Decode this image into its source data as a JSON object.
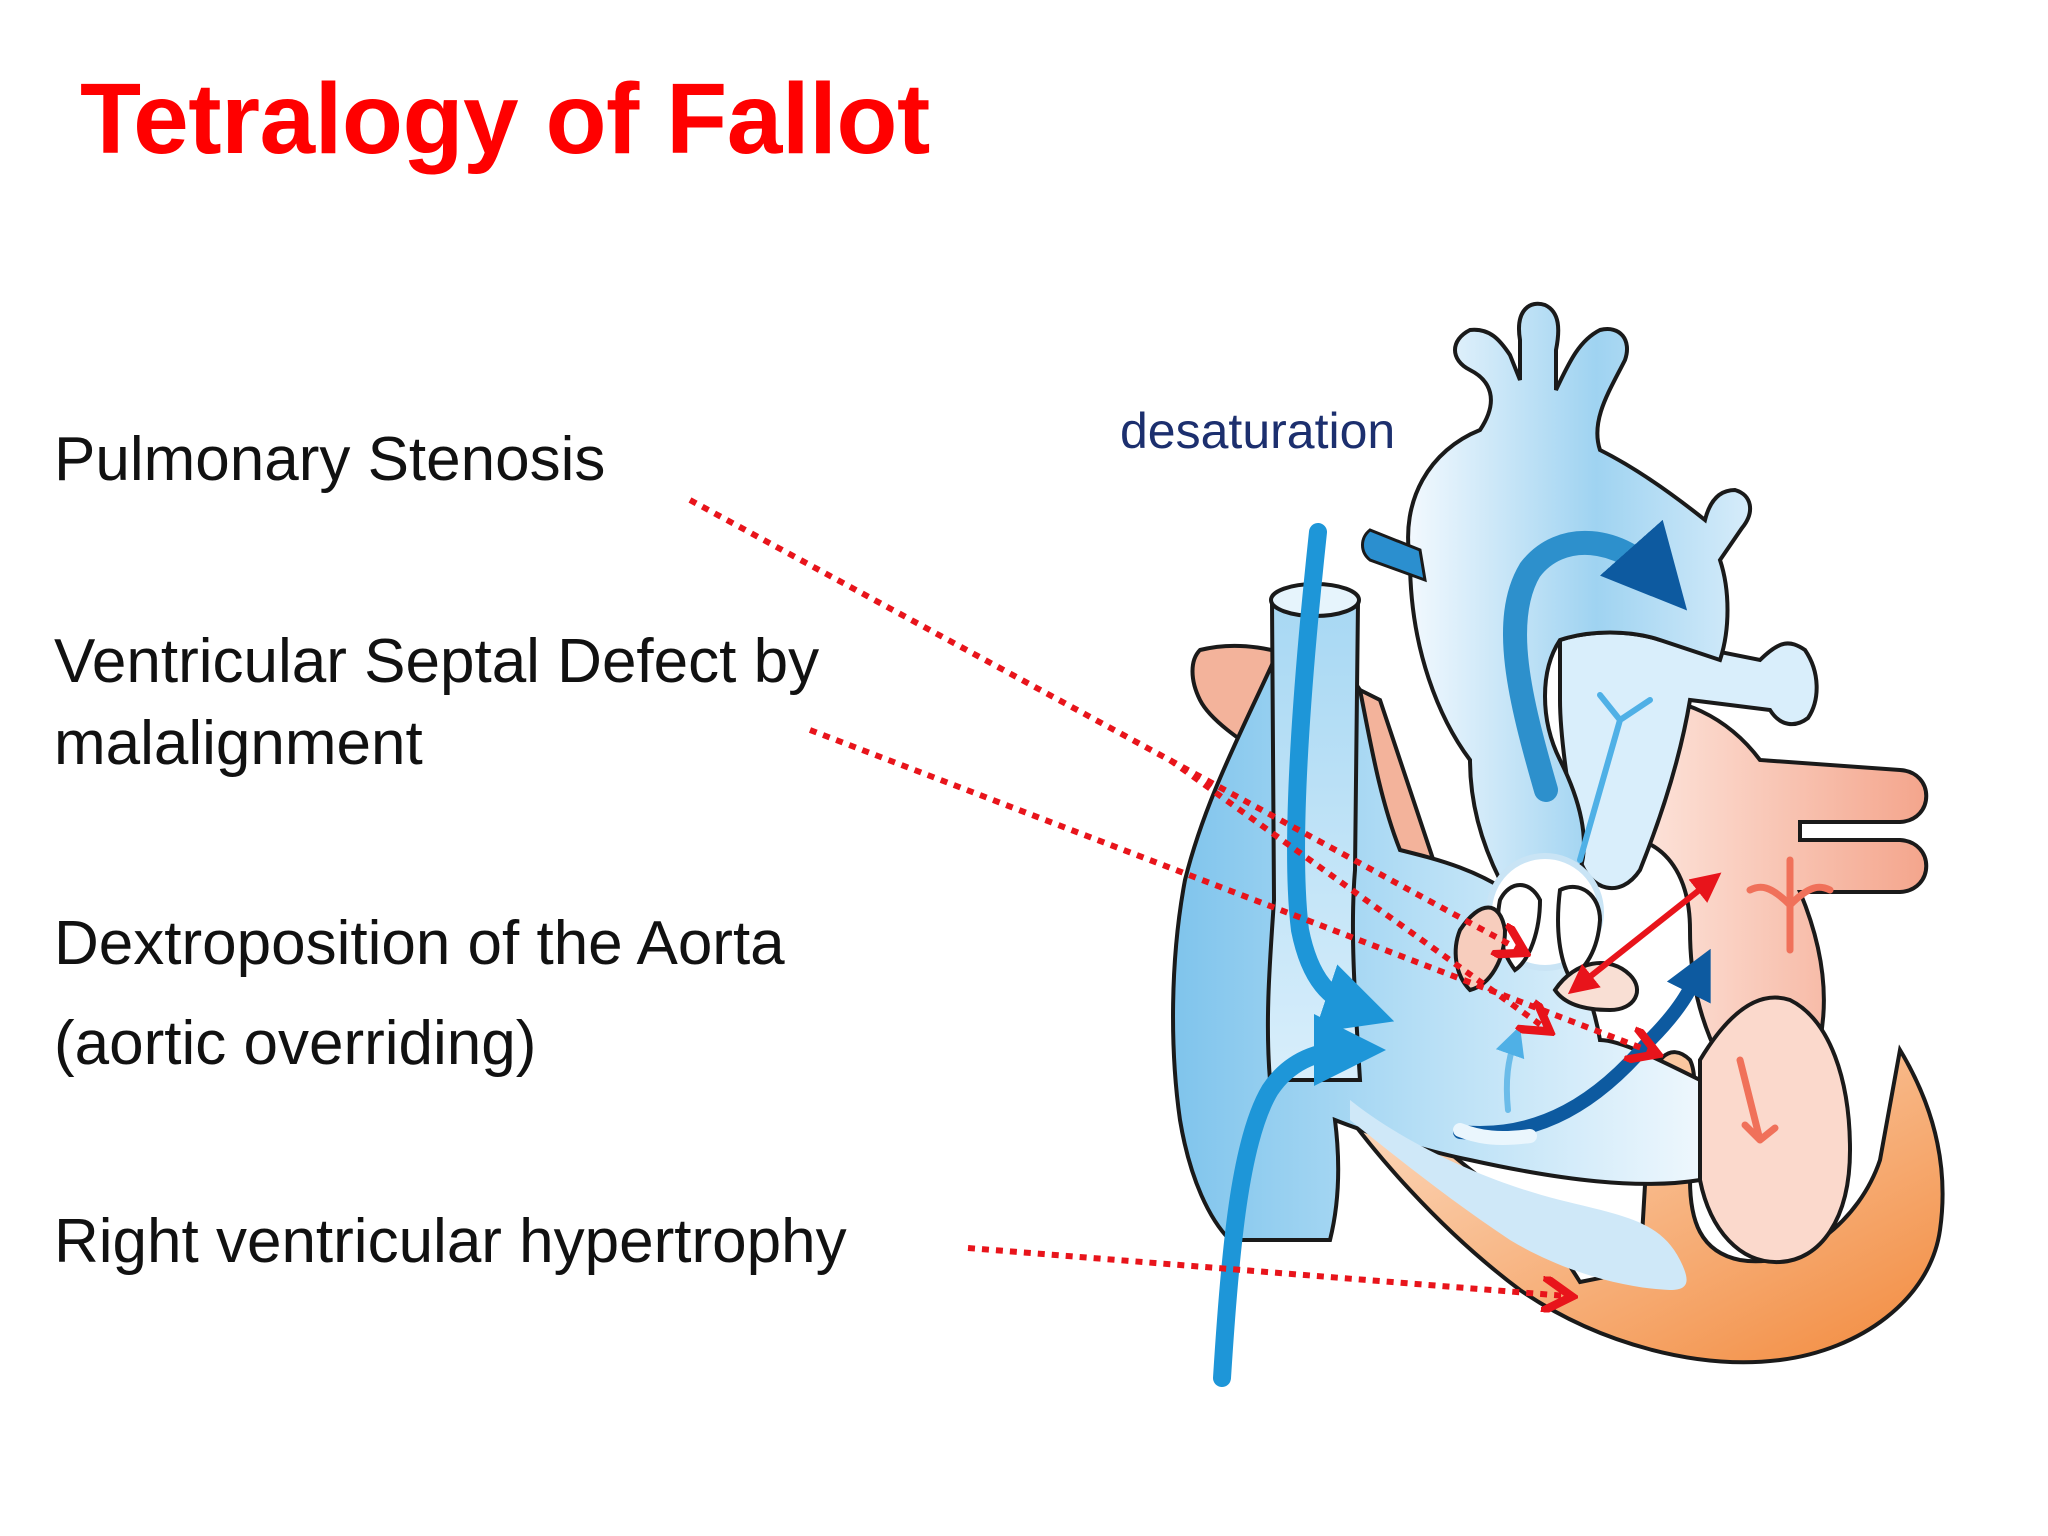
{
  "slide": {
    "title": "Tetralogy of Fallot"
  },
  "labels": {
    "pulmonary_stenosis": "Pulmonary Stenosis",
    "vsd_line1": "Ventricular Septal Defect by",
    "vsd_line2": "malalignment",
    "dextroposition": "Dextroposition of the Aorta",
    "overriding": "(aortic overriding)",
    "rv_hypertrophy": "Right ventricular hypertrophy",
    "desaturation": "desaturation"
  },
  "colors": {
    "title": "#ff0000",
    "pointer_arrow": "#e8141b",
    "desaturation_text": "#1c2f6e",
    "deoxygenated_blood": "#1e96d8",
    "oxygenated_blood": "#f4a58c",
    "myocardium": "#f39a5c",
    "dark_flow_arrow": "#0d5aa0"
  },
  "icons": {
    "pointer": "dotted-arrow-icon",
    "bidirectional": "double-arrow-icon"
  }
}
